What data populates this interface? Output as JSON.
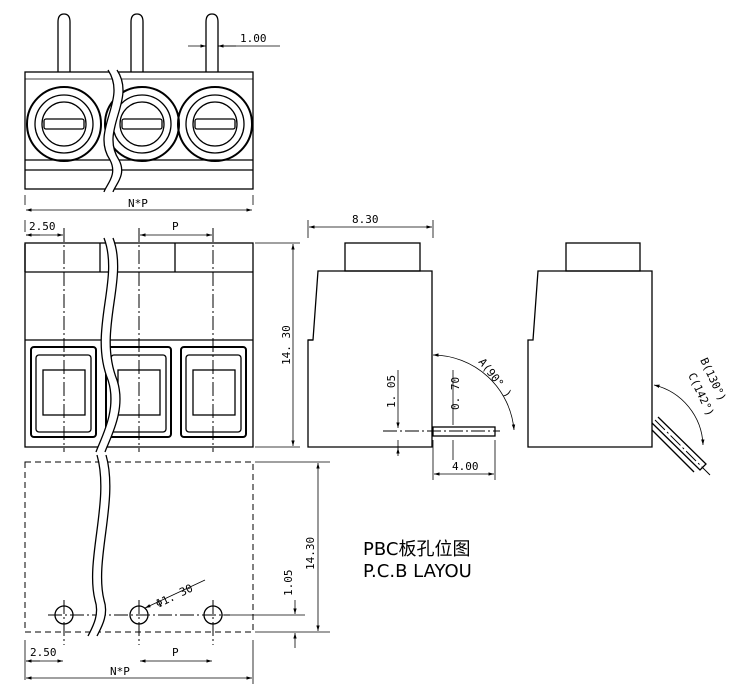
{
  "dimensions": {
    "pin_width": "1.00",
    "total_length": "N*P",
    "edge_offset": "2.50",
    "pitch": "P",
    "height": "14. 30",
    "depth": "8.30",
    "pin_offset": "1. 05",
    "pin_diameter": "0. 70",
    "pin_length": "4.00",
    "angle_a": "A(90°  )",
    "angle_b": "B(130°)",
    "angle_c": "C(142°)",
    "pcb_height": "14.30",
    "pcb_offset": "1.05",
    "hole_diameter": "Φ1. 30",
    "pcb_edge_offset": "2.50",
    "pcb_pitch": "P",
    "pcb_total_length": "N*P"
  },
  "labels": {
    "layout_cn": "PBC板孔位图",
    "layout_en": "P.C.B LAYOU"
  }
}
